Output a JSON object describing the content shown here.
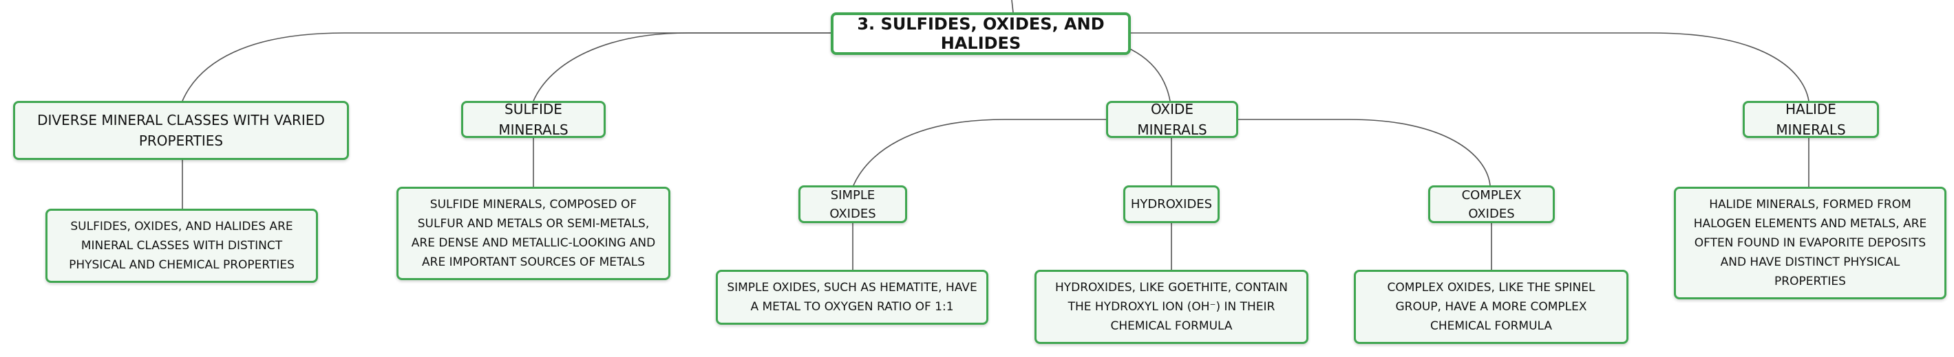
{
  "colors": {
    "border": "#3fa650",
    "fill": "#f2f8f3",
    "line": "#555555"
  },
  "mindmap": {
    "root": "3. SULFIDES, OXIDES, AND HALIDES",
    "branches": {
      "diverse": {
        "title": "DIVERSE MINERAL CLASSES WITH VARIED PROPERTIES",
        "detail": "SULFIDES, OXIDES, AND HALIDES ARE MINERAL CLASSES WITH DISTINCT PHYSICAL AND CHEMICAL PROPERTIES"
      },
      "sulfide": {
        "title": "SULFIDE MINERALS",
        "detail": "SULFIDE MINERALS, COMPOSED OF SULFUR AND METALS OR SEMI-METALS, ARE DENSE AND METALLIC-LOOKING AND ARE IMPORTANT SOURCES OF METALS"
      },
      "oxide": {
        "title": "OXIDE MINERALS",
        "children": {
          "simple": {
            "title": "SIMPLE OXIDES",
            "detail": "SIMPLE OXIDES, SUCH AS HEMATITE, HAVE A METAL TO OXYGEN RATIO OF 1:1"
          },
          "hydroxides": {
            "title": "HYDROXIDES",
            "detail": "HYDROXIDES, LIKE GOETHITE, CONTAIN THE HYDROXYL ION (OH⁻) IN THEIR CHEMICAL FORMULA"
          },
          "complex": {
            "title": "COMPLEX OXIDES",
            "detail": "COMPLEX OXIDES, LIKE THE SPINEL GROUP, HAVE A MORE COMPLEX CHEMICAL FORMULA"
          }
        }
      },
      "halide": {
        "title": "HALIDE MINERALS",
        "detail": "HALIDE MINERALS, FORMED FROM HALOGEN ELEMENTS AND METALS, ARE OFTEN FOUND IN EVAPORITE DEPOSITS AND HAVE DISTINCT PHYSICAL PROPERTIES"
      }
    }
  }
}
